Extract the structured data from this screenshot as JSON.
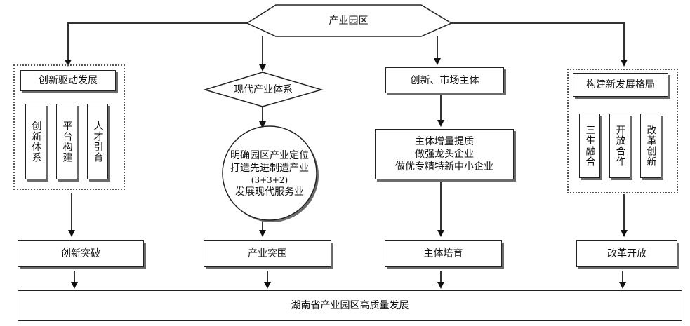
{
  "top": {
    "label": "产业园区"
  },
  "col1": {
    "header": "创新驱动发展",
    "items": [
      "创新体系",
      "平台构建",
      "人才引育"
    ],
    "result": "创新突破"
  },
  "col2": {
    "header": "现代产业体系",
    "circle_lines": [
      "明确园区产业定位",
      "打造先进制造产业",
      "(3+3+2)",
      "发展现代服务业"
    ],
    "result": "产业突围"
  },
  "col3": {
    "header": "创新、市场主体",
    "detail_lines": [
      "主体增量提质",
      "做强龙头企业",
      "做优专精特新中小企业"
    ],
    "result": "主体培育"
  },
  "col4": {
    "header": "构建新发展格局",
    "items": [
      "三生融合",
      "开放合作",
      "改革创新"
    ],
    "result": "改革开放"
  },
  "bottom": {
    "label": "湖南省产业园区高质量发展"
  }
}
